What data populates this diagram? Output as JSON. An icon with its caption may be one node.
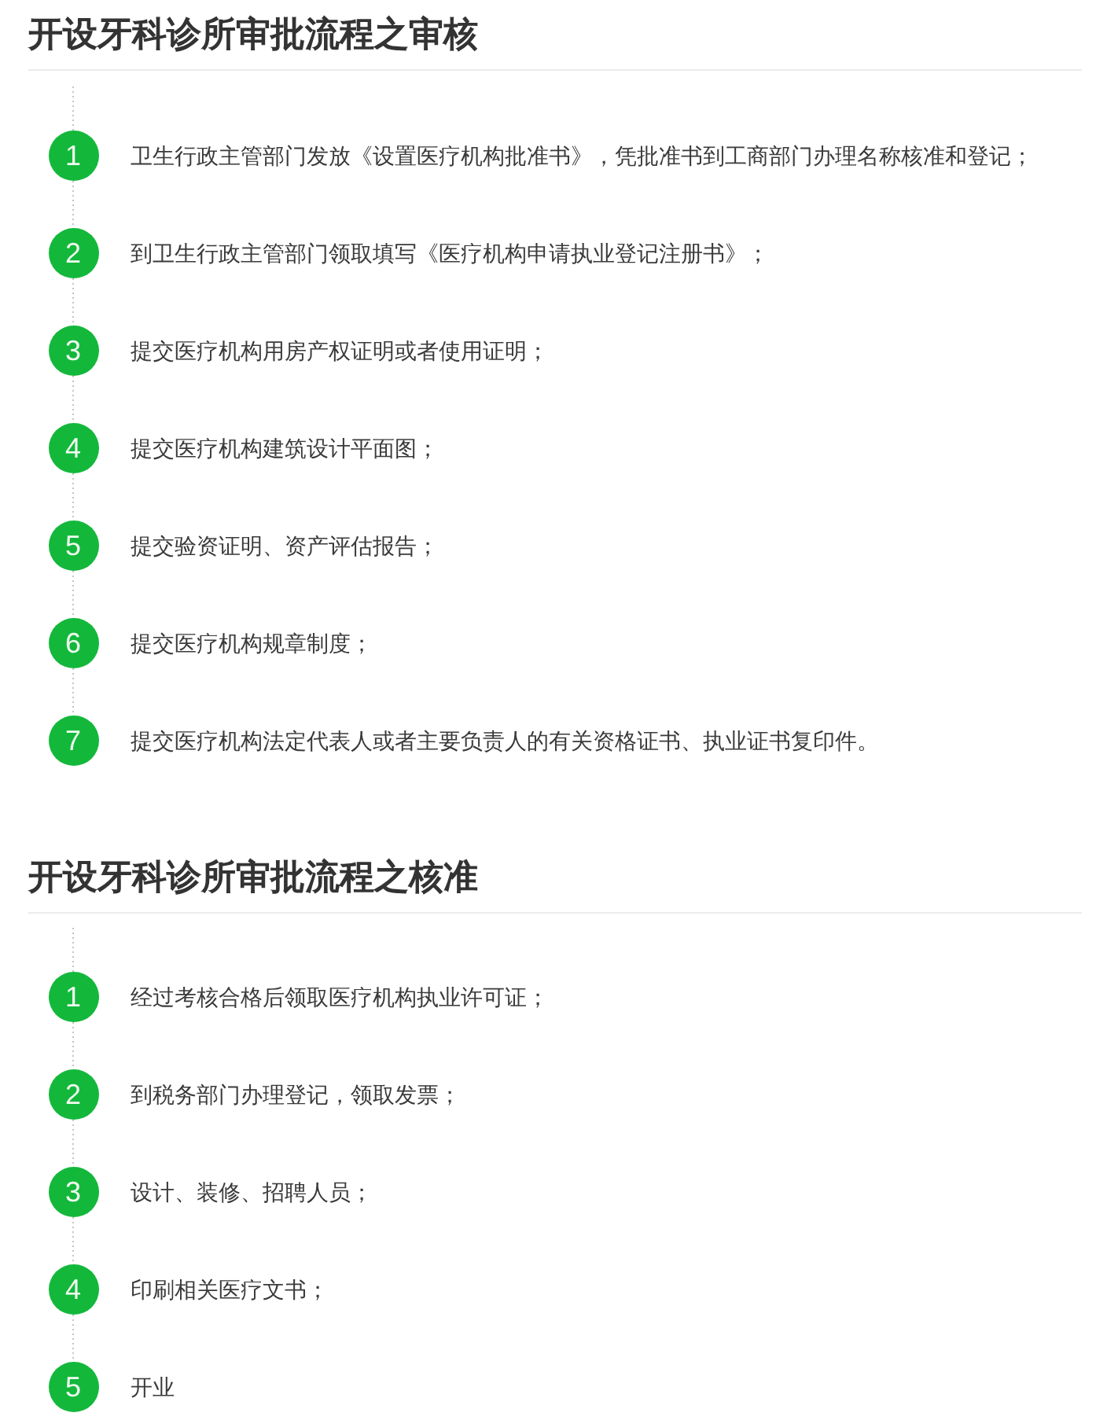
{
  "diagram": {
    "nodes": [
      {
        "text": [
          "1"
        ],
        "beside": [
          "卫生行政主管部门发放《设置医疗机构批准书》，凭批准书到工商部门办理名称核准和登记；"
        ]
      },
      {
        "text": [
          "2"
        ],
        "beside": [
          "到卫生行政主管部门领取填写《医疗机构申请执业登记注册书》；"
        ]
      },
      {
        "text": [
          "3"
        ],
        "beside": [
          "提交医疗机构用房产权证明或者使用证明；"
        ]
      },
      {
        "text": [
          "4"
        ],
        "beside": [
          "提交医疗机构建筑设计平面图；"
        ]
      },
      {
        "text": [
          "5"
        ],
        "beside": [
          "提交验资证明、资产评估报告；"
        ]
      },
      {
        "text": [
          "6"
        ],
        "beside": [
          "提交医疗机构规章制度；"
        ]
      },
      {
        "text": [
          "7"
        ],
        "beside": [
          "提交医疗机构法定代表人或者主要负责人的有关资格证书、执业证书复印件。"
        ]
      },
      {
        "text": [
          "1"
        ],
        "beside": [
          "经过考核合格后领取医疗机构执业许可证；"
        ]
      },
      {
        "text": [
          "2"
        ],
        "beside": [
          "到税务部门办理登记，领取发票；"
        ]
      },
      {
        "text": [
          "3"
        ],
        "beside": [
          "设计、装修、招聘人员；"
        ]
      },
      {
        "text": [
          "4"
        ],
        "beside": [
          "印刷相关医疗文书；"
        ]
      },
      {
        "text": [
          "5"
        ],
        "beside": [
          "开业"
        ]
      }
    ],
    "edges": [
      {
        "from": null,
        "to": 0,
        "arrow": "none",
        "style": "dashed"
      },
      {
        "from": 0,
        "to": 1,
        "arrow": "none",
        "style": "dashed"
      },
      {
        "from": 1,
        "to": 2,
        "arrow": "none",
        "style": "dashed"
      },
      {
        "from": 2,
        "to": 3,
        "arrow": "none",
        "style": "dashed"
      },
      {
        "from": 3,
        "to": 4,
        "arrow": "none",
        "style": "dashed"
      },
      {
        "from": 4,
        "to": 5,
        "arrow": "none",
        "style": "dashed"
      },
      {
        "from": 5,
        "to": 6,
        "arrow": "none",
        "style": "dashed"
      },
      {
        "from": null,
        "to": 7,
        "arrow": "none",
        "style": "dashed"
      },
      {
        "from": 7,
        "to": 8,
        "arrow": "none",
        "style": "dashed"
      },
      {
        "from": 8,
        "to": 9,
        "arrow": "none",
        "style": "dashed"
      },
      {
        "from": 9,
        "to": 10,
        "arrow": "none",
        "style": "dashed"
      },
      {
        "from": 10,
        "to": 11,
        "arrow": "none",
        "style": "dashed"
      }
    ],
    "labels": [
      "开设牙科诊所审批流程之审核",
      "开设牙科诊所审批流程之核准"
    ]
  }
}
